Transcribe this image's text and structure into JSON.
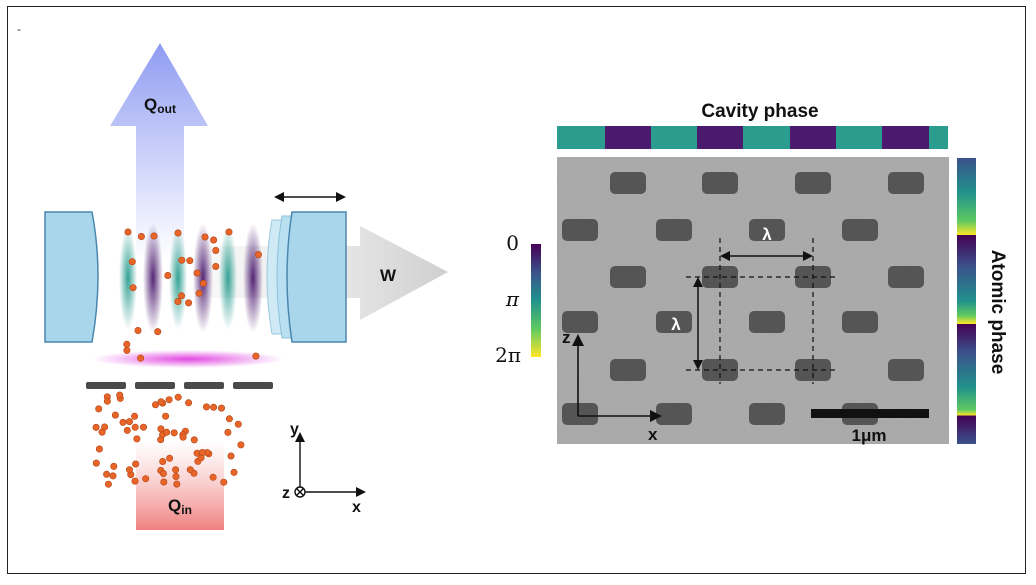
{
  "left_panel": {
    "q_out_main": "Q",
    "q_out_sub": "out",
    "q_in_main": "Q",
    "q_in_sub": "in",
    "work_label": "W",
    "axes": {
      "y": "y",
      "z": "z",
      "x": "x"
    }
  },
  "right_panel": {
    "cavity_phase_title": "Cavity phase",
    "atomic_phase_title": "Atomic phase",
    "colorbar_ticks": [
      "0",
      "π",
      "2π"
    ],
    "lambda_h": "λ",
    "lambda_v": "λ",
    "axis_z": "z",
    "axis_x": "x",
    "scale_bar_label": "1μm"
  },
  "colors": {
    "teal": "#2a9d8f",
    "purple": "#4b1a6e",
    "mirror": "#a9d6ea",
    "arrow_out": "#9aa7f0",
    "arrow_in": "#f08a8a",
    "sem_bg": "#a9a9a9",
    "sem_dot": "#555555"
  }
}
